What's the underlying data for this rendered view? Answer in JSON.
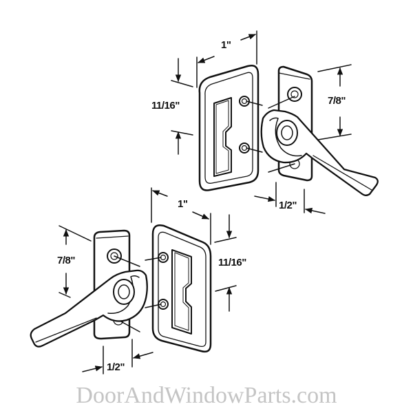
{
  "diagram": {
    "subject": "Window sash lock and keeper (two views)",
    "stroke_color": "#111111",
    "background": "#ffffff",
    "top_set": {
      "keeper": {
        "width_label": "1\"",
        "height_label": "11/16\""
      },
      "lock": {
        "height_label": "7/8\"",
        "base_width_label": "1/2\""
      }
    },
    "bottom_set": {
      "keeper": {
        "width_label": "1\"",
        "height_label": "11/16\""
      },
      "lock": {
        "height_label": "7/8\"",
        "base_width_label": "1/2\""
      }
    }
  },
  "watermark": {
    "text": "DoorAndWindowParts.com",
    "color": "#c4c4c4"
  }
}
